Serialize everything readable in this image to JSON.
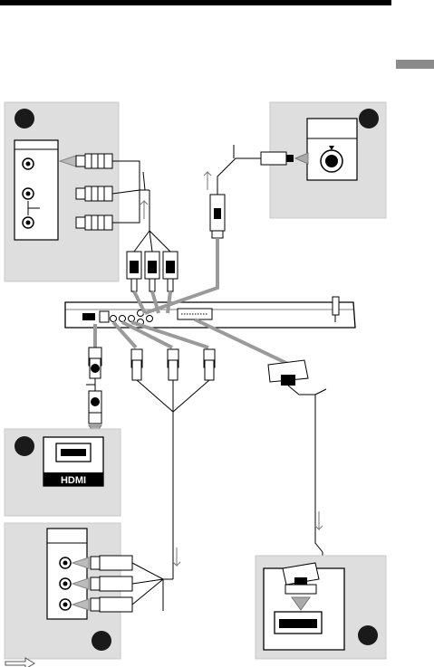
{
  "panels": [
    {
      "id": "A",
      "label": "",
      "connection": "audio-video-composite"
    },
    {
      "id": "B",
      "label": "",
      "connection": "s-video"
    },
    {
      "id": "C",
      "label": "",
      "connection": "hdmi"
    },
    {
      "id": "D",
      "label": "",
      "connection": "component-video"
    },
    {
      "id": "E",
      "label": "",
      "connection": "scart"
    }
  ],
  "tv_labels": {
    "hdmi_logo": "HDMI"
  },
  "legend": {
    "arrow_meaning": "signal flow"
  },
  "colors": {
    "panel_bg": "#dedede",
    "panel_border": "#c8c8c8",
    "line": "#000000",
    "badge": "#1a1a1a",
    "cable": "#9a9a9a",
    "arrow": "#a0a0a0"
  }
}
